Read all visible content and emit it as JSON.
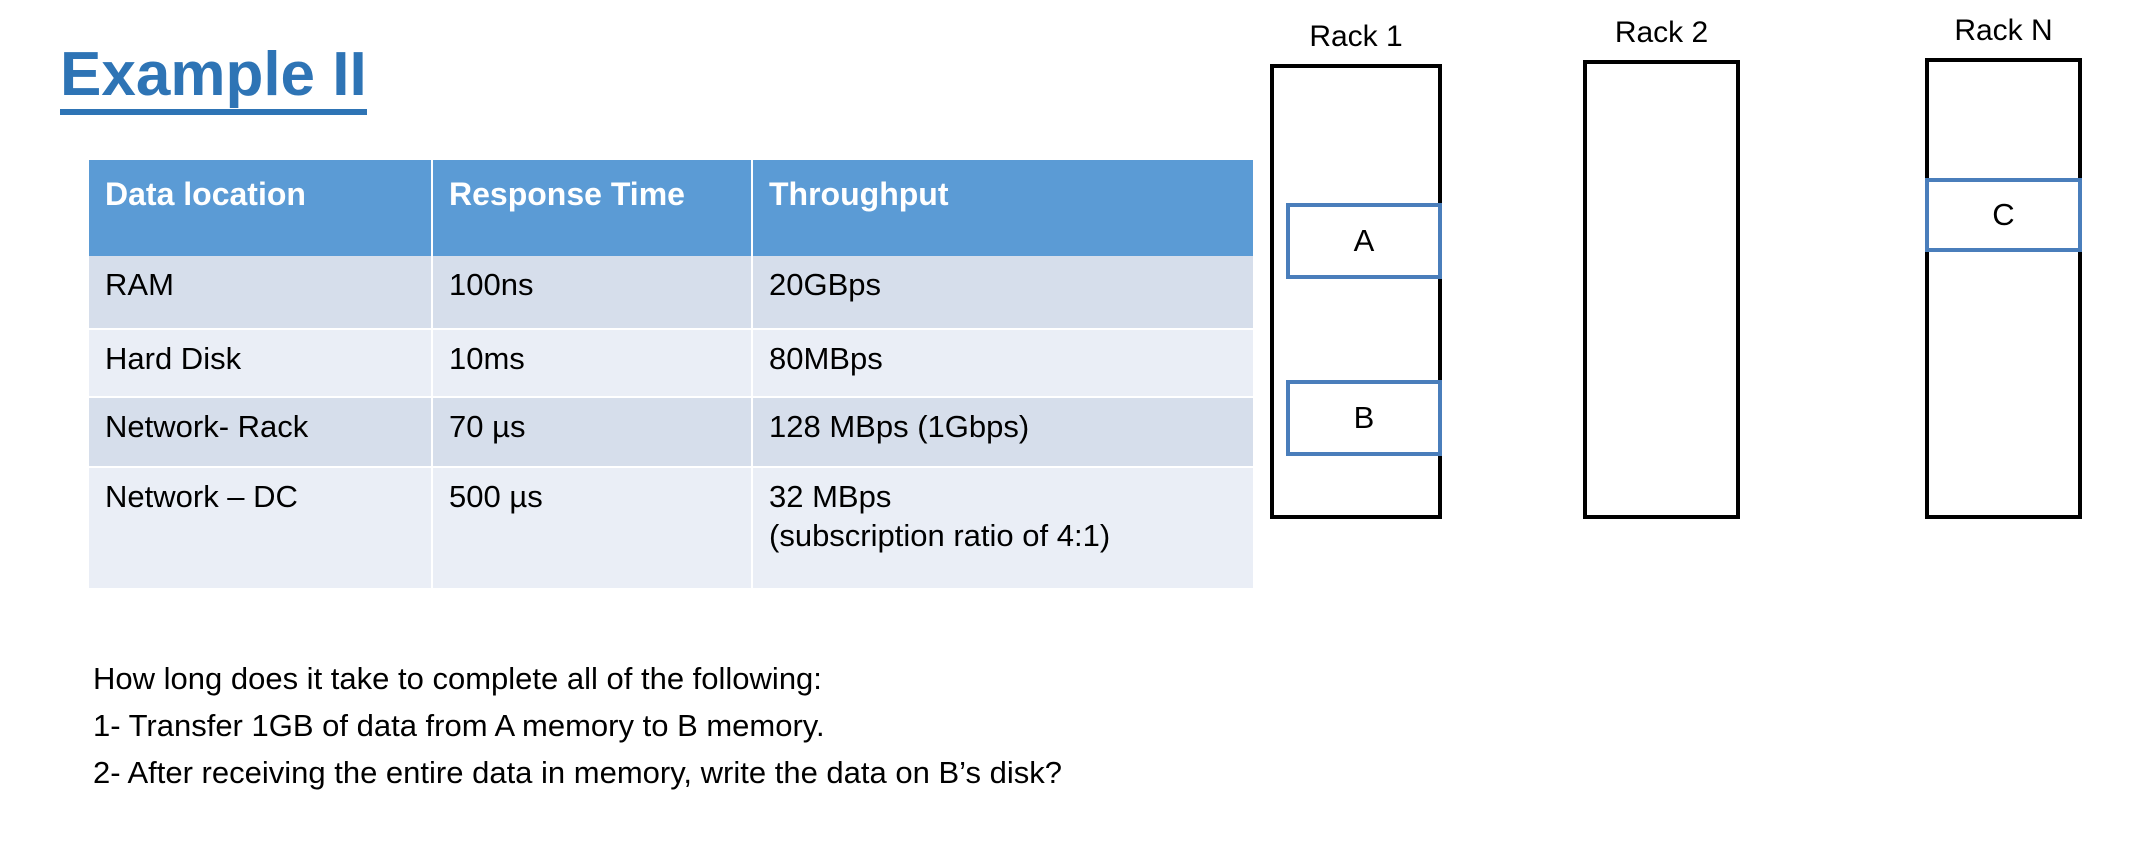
{
  "slide": {
    "title": "Example II",
    "title_color": "#2E74B5"
  },
  "table": {
    "header_bg": "#5B9BD5",
    "row_odd_bg": "#D6DEEB",
    "row_even_bg": "#EAEEF6",
    "headers": [
      "Data location",
      "Response Time",
      "Throughput"
    ],
    "rows": [
      {
        "location": "RAM",
        "response_time": "100ns",
        "throughput_line1": "20GBps",
        "throughput_line2": ""
      },
      {
        "location": "Hard Disk",
        "response_time": "10ms",
        "throughput_line1": "80MBps",
        "throughput_line2": ""
      },
      {
        "location": "Network- Rack",
        "response_time": "70 µs",
        "throughput_line1": "128 MBps (1Gbps)",
        "throughput_line2": ""
      },
      {
        "location": "Network – DC",
        "response_time": "500 µs",
        "throughput_line1": "32 MBps",
        "throughput_line2": "(subscription ratio of 4:1)"
      }
    ]
  },
  "question": {
    "prompt": "How long does it take to complete all of the following:",
    "item1": "1- Transfer 1GB of data from A memory to B memory.",
    "item2": "2- After receiving the entire data in memory, write the data on B’s disk?"
  },
  "racks": {
    "outline_color": "#000000",
    "slot_color": "#4A7EBB",
    "items": [
      {
        "label": "Rack 1",
        "slots": [
          "A",
          "B"
        ]
      },
      {
        "label": "Rack 2",
        "slots": []
      },
      {
        "label": "Rack N",
        "slots": [
          "C"
        ]
      }
    ]
  }
}
